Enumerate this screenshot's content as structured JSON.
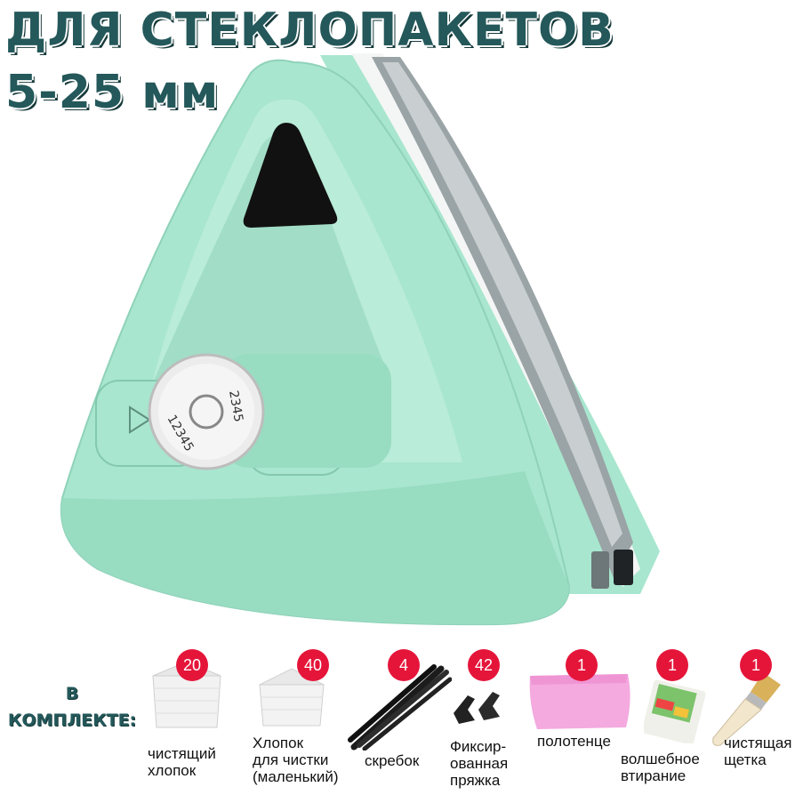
{
  "header": {
    "line1": "ДЛЯ СТЕКЛОПАКЕТОВ",
    "line2": "5-25 мм"
  },
  "colors": {
    "mint": "#a8e6cf",
    "title": "#24585a",
    "badge": "#e5153a"
  },
  "dial": {
    "numbers_top": "2345",
    "numbers_bottom": "12345"
  },
  "kit": {
    "label_line1": "В",
    "label_line2": "КОМПЛЕКТЕ:",
    "items": [
      {
        "count": "20",
        "caption": "чистящий\nхлопок",
        "icon": "cleaning-cotton-icon"
      },
      {
        "count": "40",
        "caption": "Хлопок\nдля чистки\n(маленький)",
        "icon": "small-cotton-icon"
      },
      {
        "count": "4",
        "caption": "скребок",
        "icon": "scraper-icon"
      },
      {
        "count": "42",
        "caption": "Фиксир-\nованная\nпряжка",
        "icon": "buckle-icon"
      },
      {
        "count": "1",
        "caption": "полотенце",
        "icon": "towel-icon"
      },
      {
        "count": "1",
        "caption": "волшебное\nвтирание",
        "icon": "magic-sponge-icon"
      },
      {
        "count": "1",
        "caption": "чистящая\nщетка",
        "icon": "brush-icon"
      }
    ]
  }
}
